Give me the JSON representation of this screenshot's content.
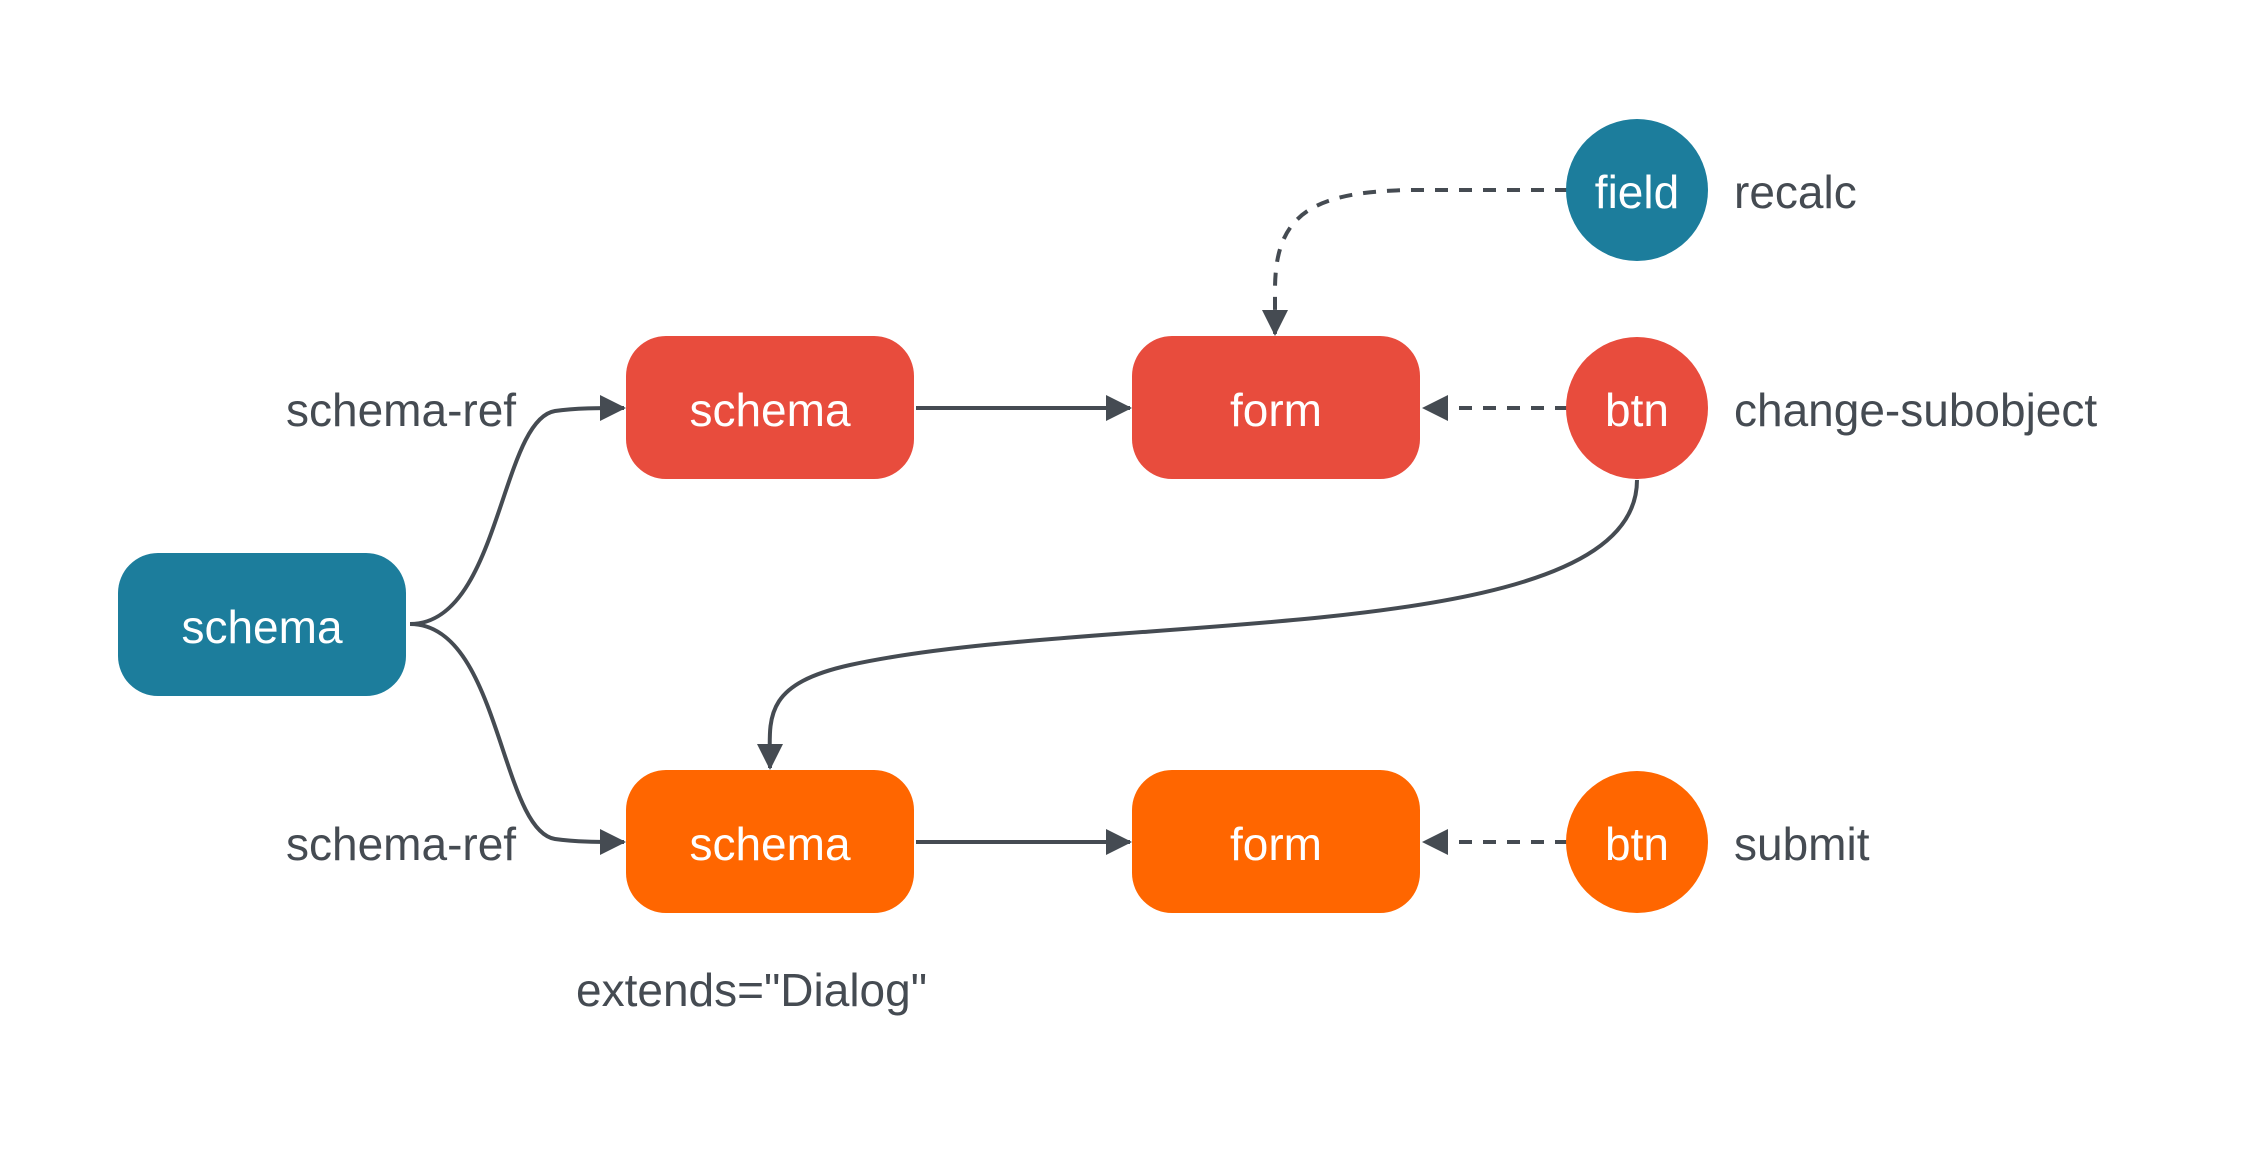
{
  "colors": {
    "teal": "#1c7d9c",
    "red": "#e84c3d",
    "orange": "#ff6600",
    "edge": "#454b52",
    "label": "#454b52"
  },
  "nodes": {
    "root_schema": {
      "label": "schema",
      "color": "teal"
    },
    "top_schema": {
      "label": "schema",
      "color": "red"
    },
    "top_form": {
      "label": "form",
      "color": "red"
    },
    "top_btn": {
      "label": "btn",
      "color": "red"
    },
    "field": {
      "label": "field",
      "color": "teal"
    },
    "bottom_schema": {
      "label": "schema",
      "color": "orange"
    },
    "bottom_form": {
      "label": "form",
      "color": "orange"
    },
    "bottom_btn": {
      "label": "btn",
      "color": "orange"
    }
  },
  "labels": {
    "top_schema_ref": "schema-ref",
    "bottom_schema_ref": "schema-ref",
    "field_event": "recalc",
    "top_btn_event": "change-subobject",
    "bottom_btn_event": "submit",
    "bottom_schema_attr": "extends=\"Dialog\""
  },
  "edges": [
    {
      "from": "root_schema",
      "to": "top_schema",
      "style": "solid"
    },
    {
      "from": "root_schema",
      "to": "bottom_schema",
      "style": "solid"
    },
    {
      "from": "top_schema",
      "to": "top_form",
      "style": "solid"
    },
    {
      "from": "bottom_schema",
      "to": "bottom_form",
      "style": "solid"
    },
    {
      "from": "field",
      "to": "top_form",
      "style": "dashed"
    },
    {
      "from": "top_btn",
      "to": "top_form",
      "style": "dashed"
    },
    {
      "from": "top_btn",
      "to": "bottom_schema",
      "style": "solid"
    },
    {
      "from": "bottom_btn",
      "to": "bottom_form",
      "style": "dashed"
    }
  ]
}
